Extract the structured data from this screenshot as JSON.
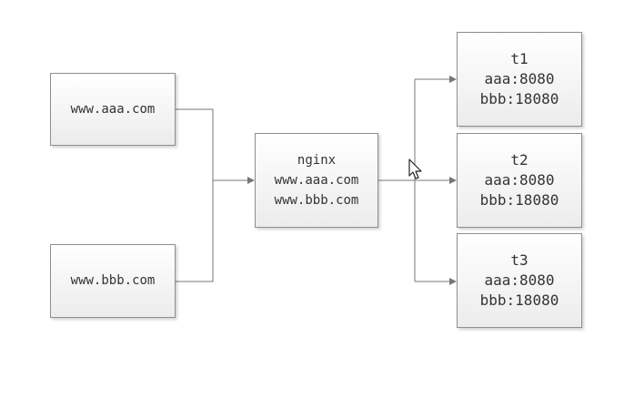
{
  "nodes": {
    "aaa": {
      "label": "www.aaa.com"
    },
    "bbb": {
      "label": "www.bbb.com"
    },
    "nginx": {
      "title": "nginx",
      "line1": "www.aaa.com",
      "line2": "www.bbb.com"
    },
    "t1": {
      "title": "t1",
      "line1": "aaa:8080",
      "line2": "bbb:18080"
    },
    "t2": {
      "title": "t2",
      "line1": "aaa:8080",
      "line2": "bbb:18080"
    },
    "t3": {
      "title": "t3",
      "line1": "aaa:8080",
      "line2": "bbb:18080"
    }
  },
  "colors": {
    "line": "#777777",
    "border": "#8e8e8e",
    "text": "#333333"
  },
  "icons": {
    "cursor": "mouse-pointer-icon"
  }
}
